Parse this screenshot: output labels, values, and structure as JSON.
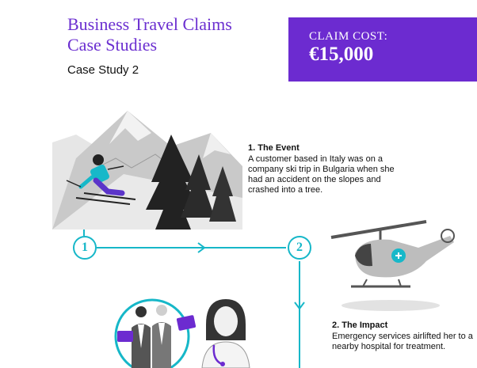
{
  "header": {
    "title_line1": "Business Travel Claims",
    "title_line2": "Case Studies",
    "subtitle": "Case Study 2"
  },
  "claim": {
    "label": "CLAIM COST:",
    "value": "€15,000"
  },
  "steps": [
    {
      "number": "1",
      "title": "1. The Event",
      "text_lines": [
        "A customer based in Italy was on a",
        "company ski trip in Bulgaria when she",
        "had an accident on the slopes and",
        "crashed into a tree."
      ]
    },
    {
      "number": "2",
      "title": "2. The Impact",
      "text_lines": [
        "Emergency services airlifted her to a",
        "nearby hospital for treatment."
      ]
    }
  ],
  "colors": {
    "brand_purple": "#6c2bd0",
    "accent_teal": "#16b7c8"
  },
  "icons": [
    "mountain-icon",
    "skier-icon",
    "pine-tree-icon",
    "helicopter-icon",
    "business-people-icon",
    "doctor-icon"
  ]
}
